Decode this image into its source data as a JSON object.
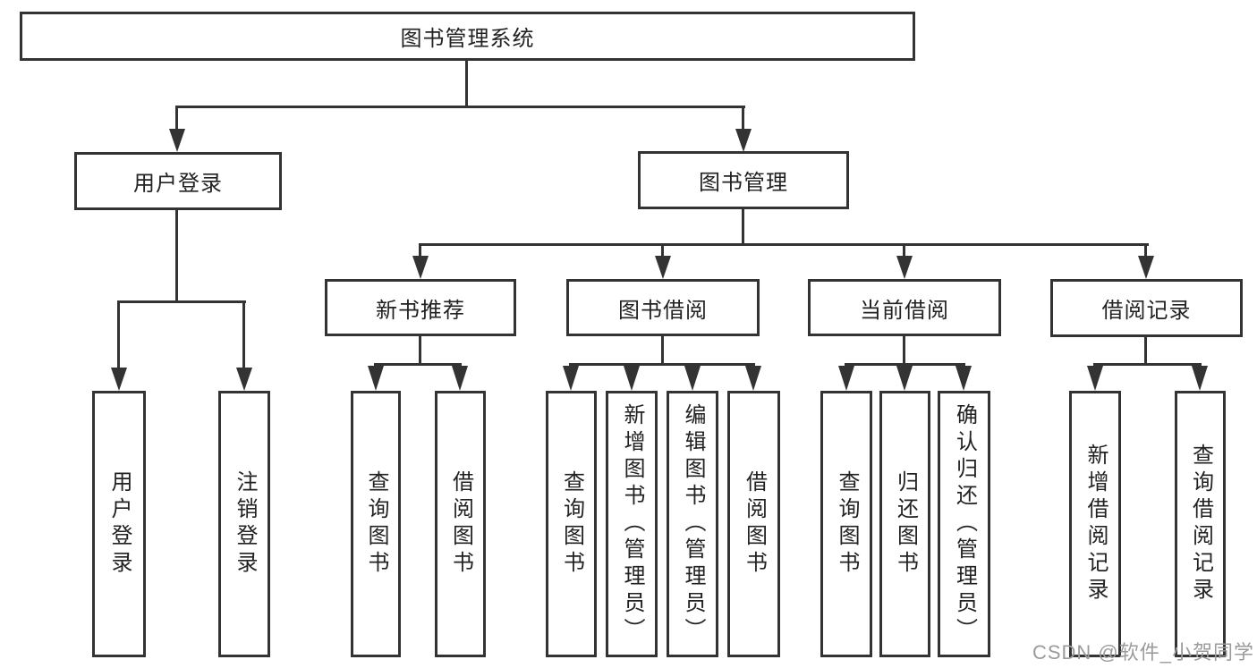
{
  "nodes": {
    "root": {
      "label": "图书管理系统"
    },
    "level2": [
      {
        "label": "用户登录"
      },
      {
        "label": "图书管理"
      }
    ],
    "level3": [
      {
        "label": "新书推荐"
      },
      {
        "label": "图书借阅"
      },
      {
        "label": "当前借阅"
      },
      {
        "label": "借阅记录"
      }
    ],
    "leaves": [
      {
        "label": "用户登录"
      },
      {
        "label": "注销登录"
      },
      {
        "label": "查询图书"
      },
      {
        "label": "借阅图书"
      },
      {
        "label": "查询图书"
      },
      {
        "label": "新增图书（管理员）"
      },
      {
        "label": "编辑图书（管理员）"
      },
      {
        "label": "借阅图书"
      },
      {
        "label": "查询图书"
      },
      {
        "label": "归还图书"
      },
      {
        "label": "确认归还（管理员）"
      },
      {
        "label": "新增借阅记录"
      },
      {
        "label": "查询借阅记录"
      }
    ]
  },
  "watermark": "CSDN @软件_小贺同学",
  "colors": {
    "line": "#333333",
    "text": "#222222",
    "box_fill": "#ffffff",
    "background": "#ffffff",
    "watermark": "#9b9b9b"
  }
}
